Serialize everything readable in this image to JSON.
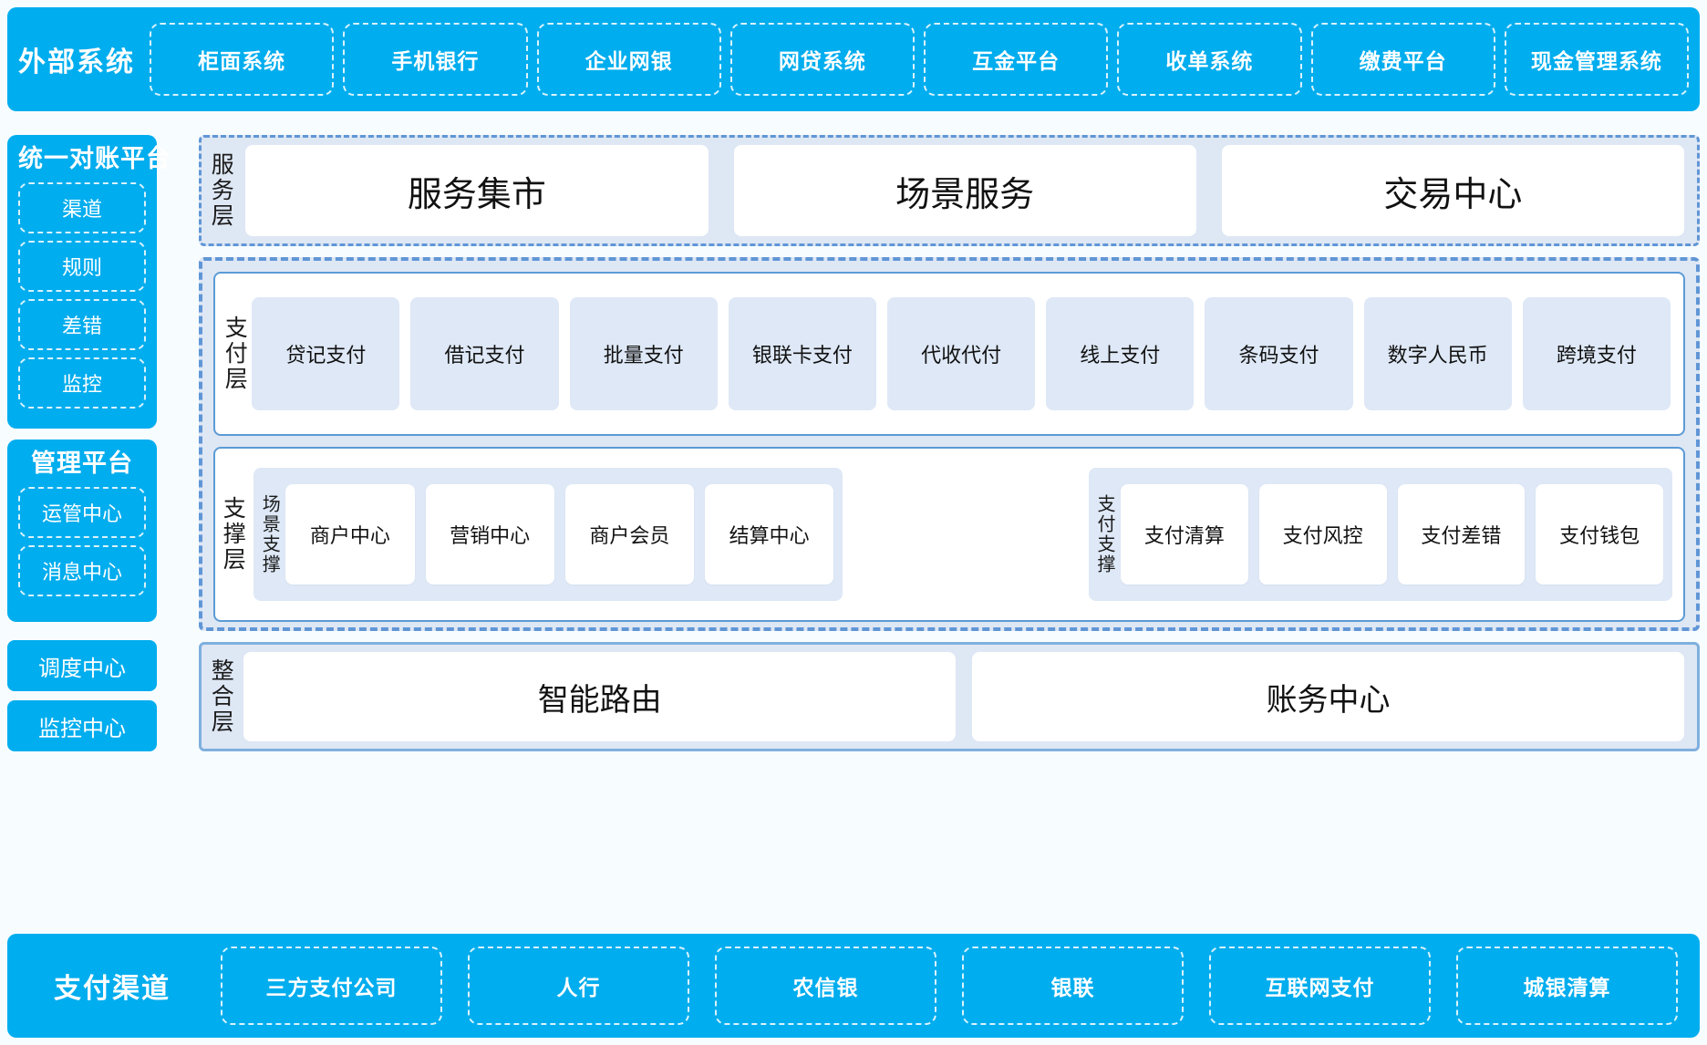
{
  "external_systems": {
    "title": "外部系统",
    "items": [
      "柜面系统",
      "手机银行",
      "企业网银",
      "网贷系统",
      "互金平台",
      "收单系统",
      "缴费平台",
      "现金管理系统"
    ]
  },
  "sidebar": {
    "reconcile_platform": {
      "title": "统一对账平台",
      "items": [
        "渠道",
        "规则",
        "差错",
        "监控"
      ]
    },
    "manage_platform": {
      "title": "管理平台",
      "items": [
        "运管中心",
        "消息中心"
      ]
    },
    "dispatch_center": "调度中心",
    "monitor_center": "监控中心"
  },
  "service_layer": {
    "label": "服务层",
    "items": [
      "服务集市",
      "场景服务",
      "交易中心"
    ]
  },
  "payment_layer": {
    "label": "支付层",
    "items": [
      "贷记支付",
      "借记支付",
      "批量支付",
      "银联卡支付",
      "代收代付",
      "线上支付",
      "条码支付",
      "数字人民币",
      "跨境支付"
    ]
  },
  "support_layer": {
    "label": "支撑层",
    "groups": [
      {
        "label": "场景支撑",
        "items": [
          "商户中心",
          "营销中心",
          "商户会员",
          "结算中心"
        ]
      },
      {
        "label": "支付支撑",
        "items": [
          "支付清算",
          "支付风控",
          "支付差错",
          "支付钱包"
        ]
      }
    ]
  },
  "integration_layer": {
    "label": "整合层",
    "items": [
      "智能路由",
      "账务中心"
    ]
  },
  "payment_channels": {
    "title": "支付渠道",
    "items": [
      "三方支付公司",
      "人行",
      "农信银",
      "银联",
      "互联网支付",
      "城银清算"
    ]
  },
  "colors": {
    "brand_blue": "#00ADEE",
    "layer_fill": "#DEE7F4",
    "layer_border": "#6096D6",
    "card_fill": "#DEE8F6",
    "inner_border": "#5B9BD5",
    "page_bg": "#F7FCFF"
  }
}
